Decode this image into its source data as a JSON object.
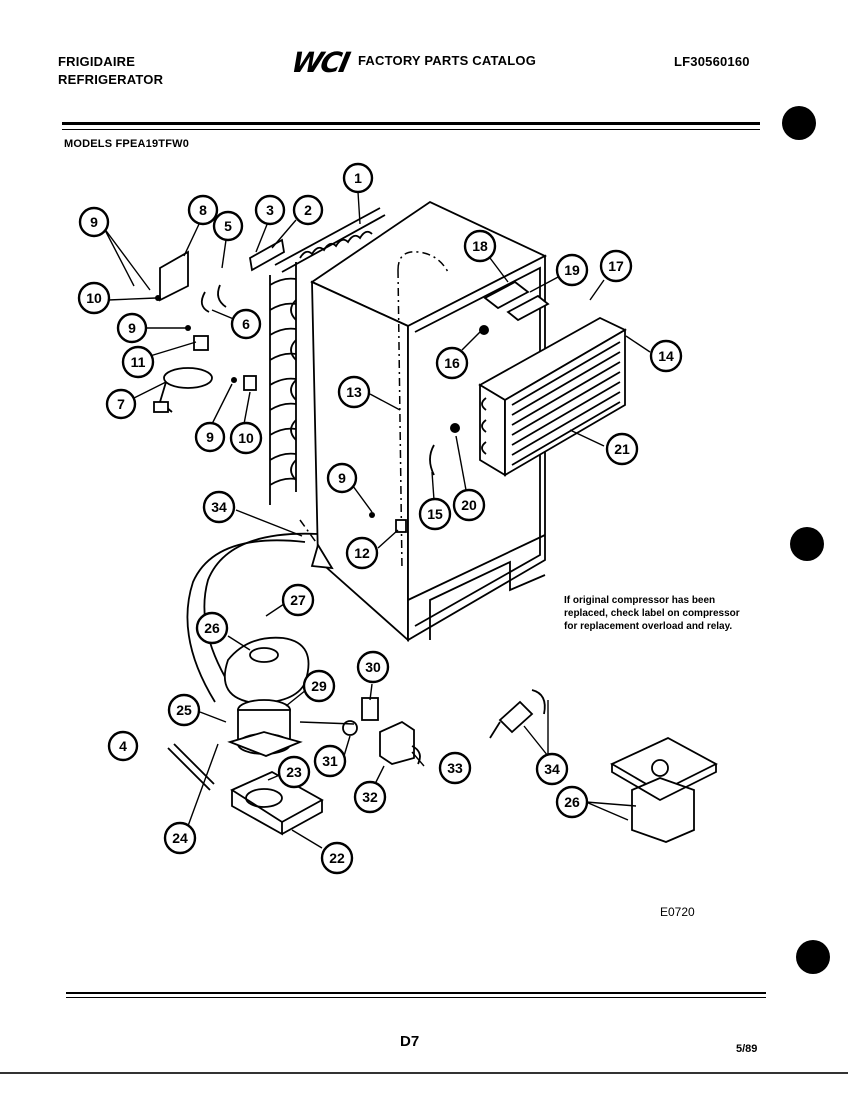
{
  "header": {
    "brand": "FRIGIDAIRE",
    "product": "REFRIGERATOR",
    "logo": "WCI",
    "catalog_title": "FACTORY PARTS CATALOG",
    "catalog_number": "LF30560160",
    "models_label": "MODELS FPEA19TFW0"
  },
  "note": "If original compressor has been replaced, check label on compressor for replacement overload and relay.",
  "figure_code": "E0720",
  "page_code": "D7",
  "date": "5/89",
  "callouts": [
    {
      "id": "c1",
      "label": "1"
    },
    {
      "id": "c2",
      "label": "2"
    },
    {
      "id": "c3",
      "label": "3"
    },
    {
      "id": "c5",
      "label": "5"
    },
    {
      "id": "c8",
      "label": "8"
    },
    {
      "id": "c9a",
      "label": "9"
    },
    {
      "id": "c10a",
      "label": "10"
    },
    {
      "id": "c9b",
      "label": "9"
    },
    {
      "id": "c6",
      "label": "6"
    },
    {
      "id": "c11",
      "label": "11"
    },
    {
      "id": "c7",
      "label": "7"
    },
    {
      "id": "c9c",
      "label": "9"
    },
    {
      "id": "c10b",
      "label": "10"
    },
    {
      "id": "c13",
      "label": "13"
    },
    {
      "id": "c18",
      "label": "18"
    },
    {
      "id": "c19",
      "label": "19"
    },
    {
      "id": "c17",
      "label": "17"
    },
    {
      "id": "c14",
      "label": "14"
    },
    {
      "id": "c16",
      "label": "16"
    },
    {
      "id": "c21",
      "label": "21"
    },
    {
      "id": "c20",
      "label": "20"
    },
    {
      "id": "c15",
      "label": "15"
    },
    {
      "id": "c9d",
      "label": "9"
    },
    {
      "id": "c12",
      "label": "12"
    },
    {
      "id": "c34a",
      "label": "34"
    },
    {
      "id": "c27",
      "label": "27"
    },
    {
      "id": "c26a",
      "label": "26"
    },
    {
      "id": "c29",
      "label": "29"
    },
    {
      "id": "c30",
      "label": "30"
    },
    {
      "id": "c25",
      "label": "25"
    },
    {
      "id": "c4",
      "label": "4"
    },
    {
      "id": "c31",
      "label": "31"
    },
    {
      "id": "c23",
      "label": "23"
    },
    {
      "id": "c33",
      "label": "33"
    },
    {
      "id": "c32",
      "label": "32"
    },
    {
      "id": "c24",
      "label": "24"
    },
    {
      "id": "c22",
      "label": "22"
    },
    {
      "id": "c34b",
      "label": "34"
    },
    {
      "id": "c26b",
      "label": "26"
    }
  ]
}
